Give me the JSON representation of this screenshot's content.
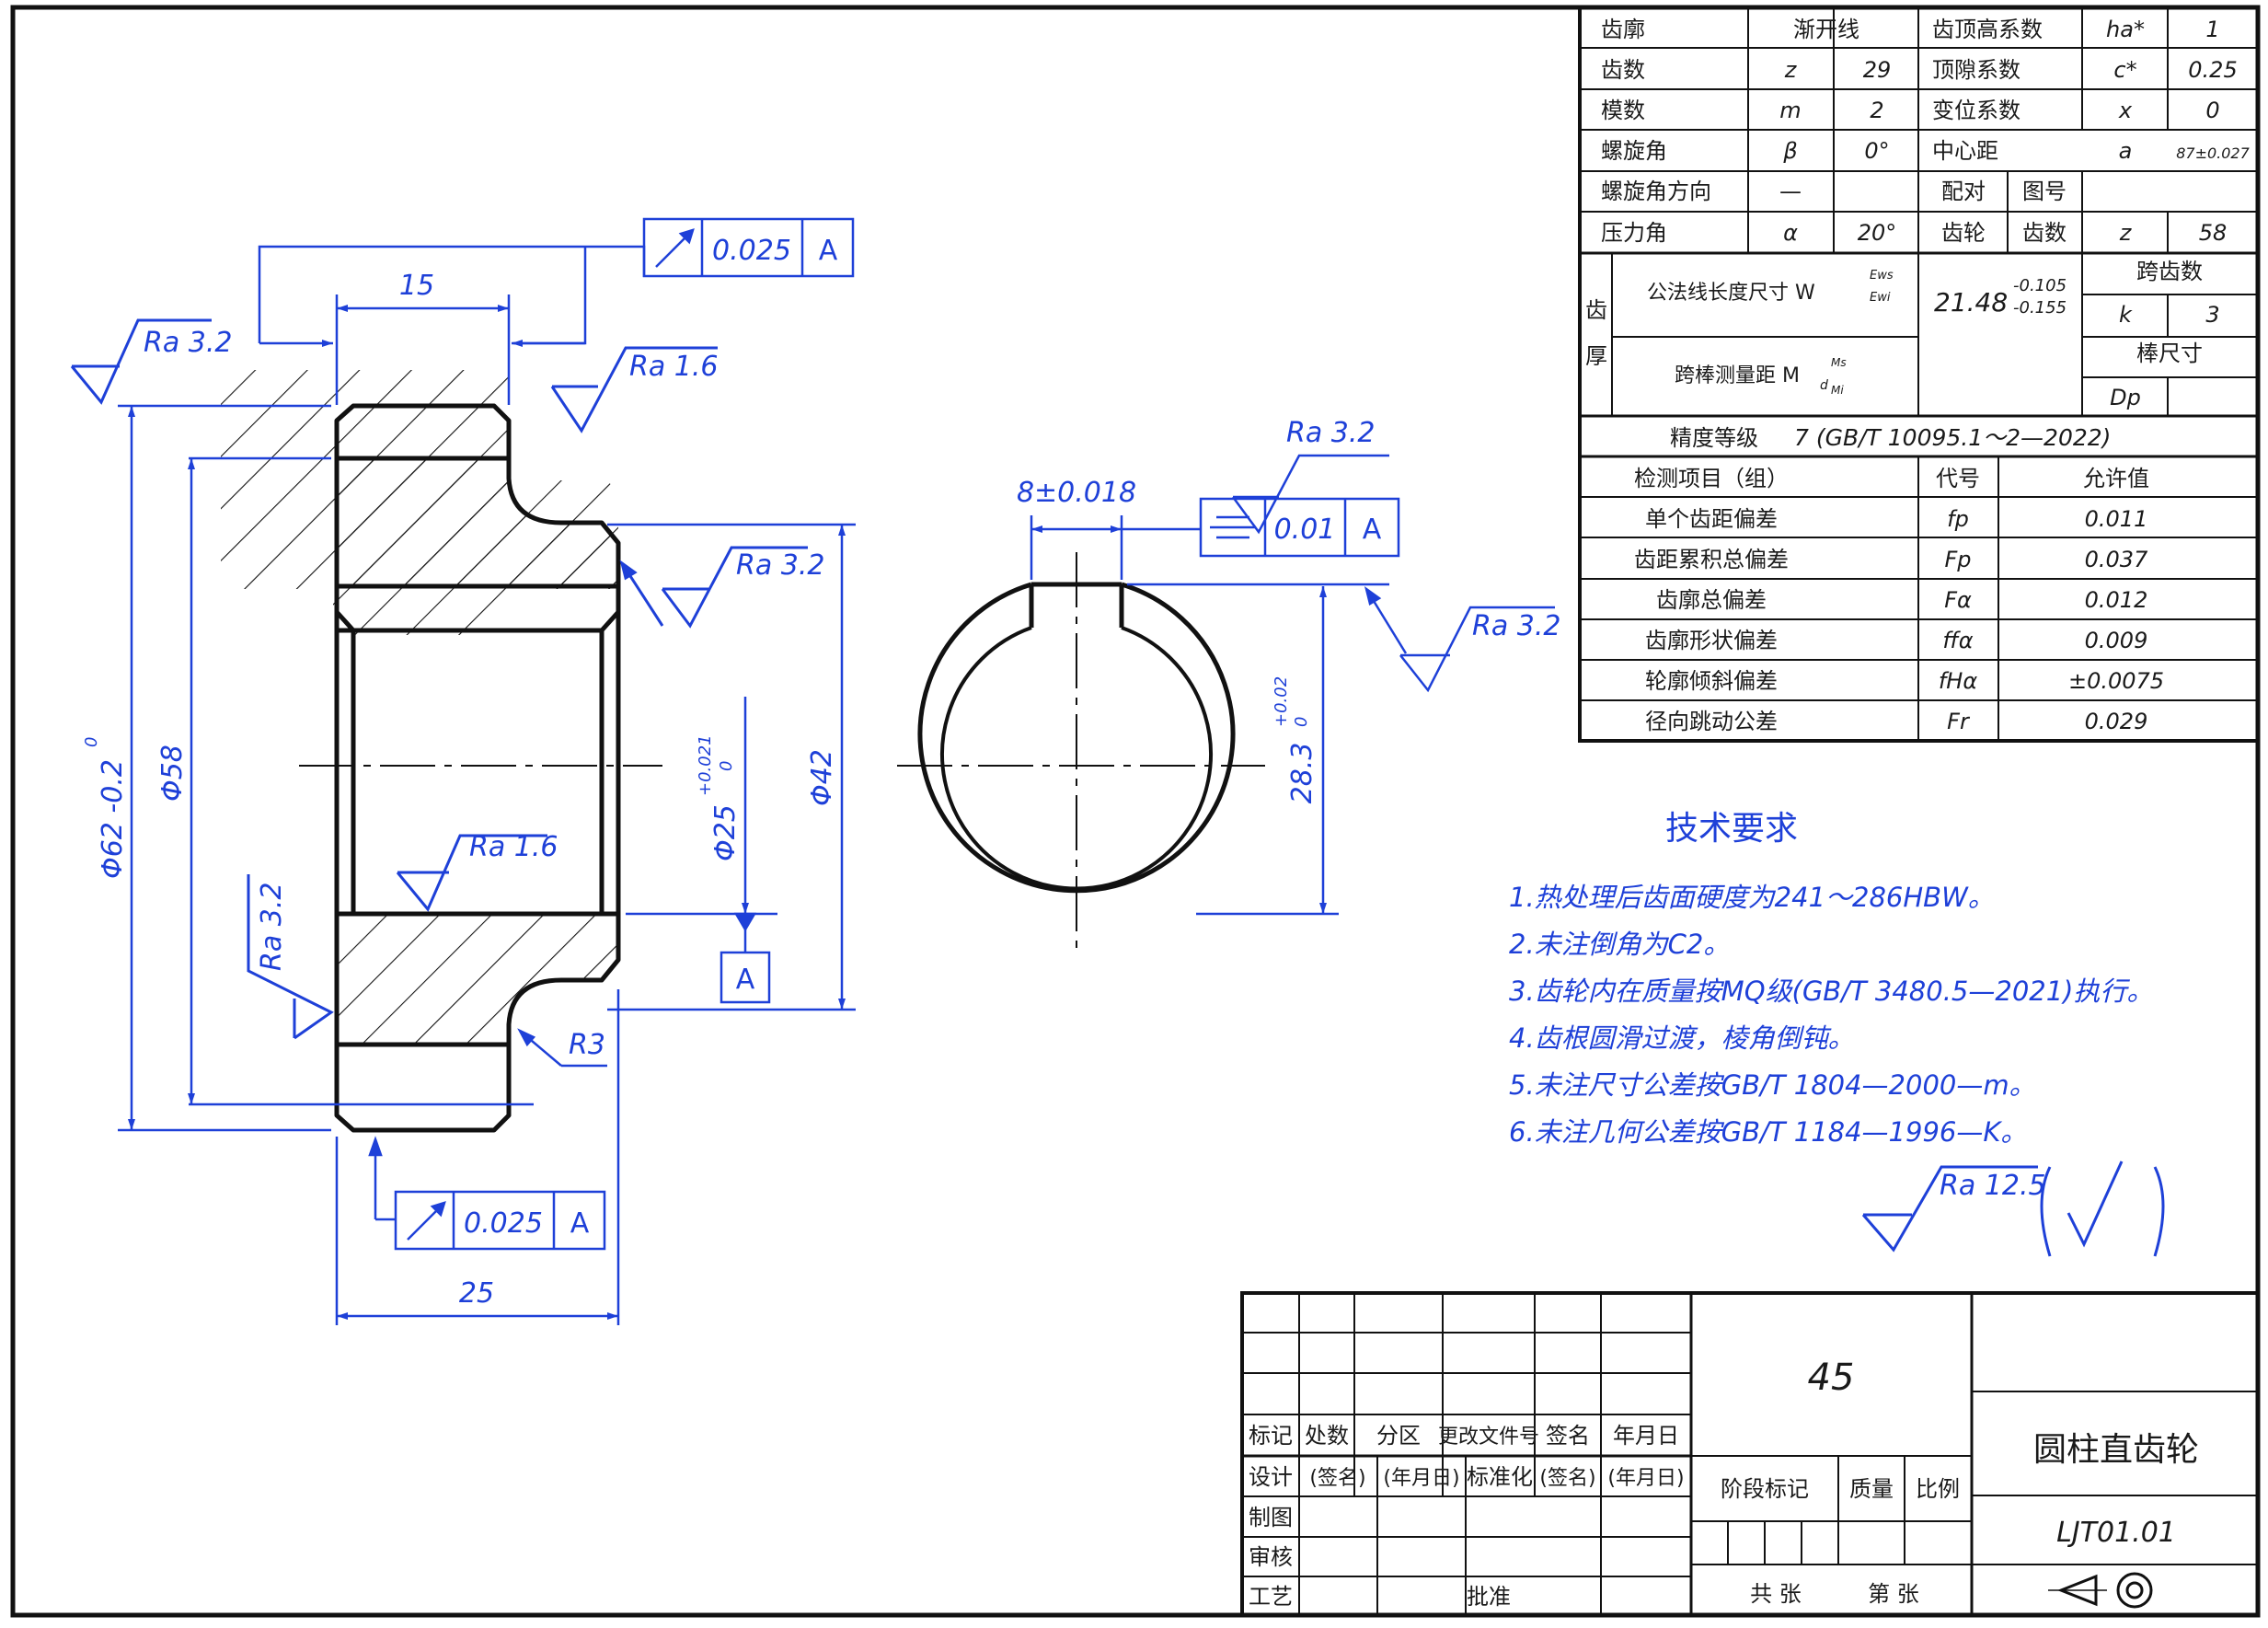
{
  "colors": {
    "ink": "#111111",
    "dimension": "#1e40d8",
    "paper": "#ffffff"
  },
  "params": [
    [
      "齿廓",
      "",
      "渐开线",
      "齿顶高系数",
      "ha*",
      "1"
    ],
    [
      "齿数",
      "z",
      "29",
      "顶隙系数",
      "c*",
      "0.25"
    ],
    [
      "模数",
      "m",
      "2",
      "变位系数",
      "x",
      "0"
    ],
    [
      "螺旋角",
      "β",
      "0°",
      "中心距",
      "a",
      "87±0.027"
    ],
    [
      "螺旋角方向",
      "—",
      "",
      "",
      "",
      ""
    ],
    [
      "压力角",
      "α",
      "20°",
      "",
      "z",
      "58"
    ]
  ],
  "mating": {
    "label1": "配对",
    "label2": "齿轮",
    "drawing_no": "图号",
    "teeth": "齿数"
  },
  "thickness": {
    "side_label": [
      "齿",
      "厚"
    ],
    "w_label": "公法线长度尺寸 W",
    "w_sup": "Ews",
    "w_sub": "Ewi",
    "w_value": "21.48",
    "w_upper": "-0.105",
    "w_lower": "-0.155",
    "span_label": "跨齿数",
    "k": "k",
    "k_value": "3",
    "m_label": "跨棒测量距 M",
    "m_sub": "d",
    "m_sup": "Ms",
    "m_sub2": "Mi",
    "pin_label": "棒尺寸",
    "pin_symbol": "Dp"
  },
  "accuracy": {
    "label": "精度等级",
    "value": "7 (GB/T 10095.1～2—2022)"
  },
  "inspection": {
    "headers": [
      "检测项目（组）",
      "代号",
      "允许值"
    ],
    "rows": [
      [
        "单个齿距偏差",
        "fp",
        "0.011"
      ],
      [
        "齿距累积总偏差",
        "Fp",
        "0.037"
      ],
      [
        "齿廓总偏差",
        "Fα",
        "0.012"
      ],
      [
        "齿廓形状偏差",
        "ffα",
        "0.009"
      ],
      [
        "轮廓倾斜偏差",
        "fHα",
        "±0.0075"
      ],
      [
        "径向跳动公差",
        "Fr",
        "0.029"
      ]
    ]
  },
  "tech": {
    "title": "技术要求",
    "items": [
      "1.热处理后齿面硬度为241～286HBW。",
      "2.未注倒角为C2。",
      "3.齿轮内在质量按MQ级(GB/T 3480.5—2021)执行。",
      "4.齿根圆滑过渡，棱角倒钝。",
      "5.未注尺寸公差按GB/T 1804—2000—m。",
      "6.未注几何公差按GB/T 1184—1996—K。"
    ],
    "general_roughness": "Ra 12.5"
  },
  "title_block": {
    "material": "45",
    "part_name": "圆柱直齿轮",
    "drawing_no": "LJT01.01",
    "row_labels": [
      "标记",
      "处数",
      "分区",
      "更改文件号",
      "签名",
      "年月日"
    ],
    "design_row": [
      "设计",
      "(签名)",
      "(年月日)",
      "标准化",
      "(签名)",
      "(年月日)"
    ],
    "left_labels": [
      "制图",
      "审核",
      "工艺"
    ],
    "approve": "批准",
    "stage_mark": "阶段标记",
    "mass": "质量",
    "scale": "比例",
    "sheets": "共  张",
    "sheet_no": "第  张"
  },
  "section_view": {
    "dims": {
      "hub_width": "15",
      "total_width": "25",
      "od": "Φ62 -0.2",
      "od_upper": "0",
      "root": "Φ58",
      "bore": "Φ25",
      "bore_tol_upper": "+0.021",
      "bore_tol_lower": "0",
      "hub_d": "Φ42",
      "fillet": "R3"
    },
    "roughness": [
      "Ra 3.2",
      "Ra 1.6",
      "Ra 3.2",
      "Ra 1.6",
      "Ra 3.2"
    ],
    "runout_top": {
      "value": "0.025",
      "datum": "A"
    },
    "runout_bottom": {
      "value": "0.025",
      "datum": "A"
    },
    "datum_label": "A"
  },
  "keyway_view": {
    "width": "8±0.018",
    "depth": "28.3",
    "depth_upper": "+0.02",
    "depth_lower": "0",
    "symmetry": {
      "value": "0.01",
      "datum": "A"
    },
    "roughness": [
      "Ra 3.2",
      "Ra 3.2"
    ]
  }
}
